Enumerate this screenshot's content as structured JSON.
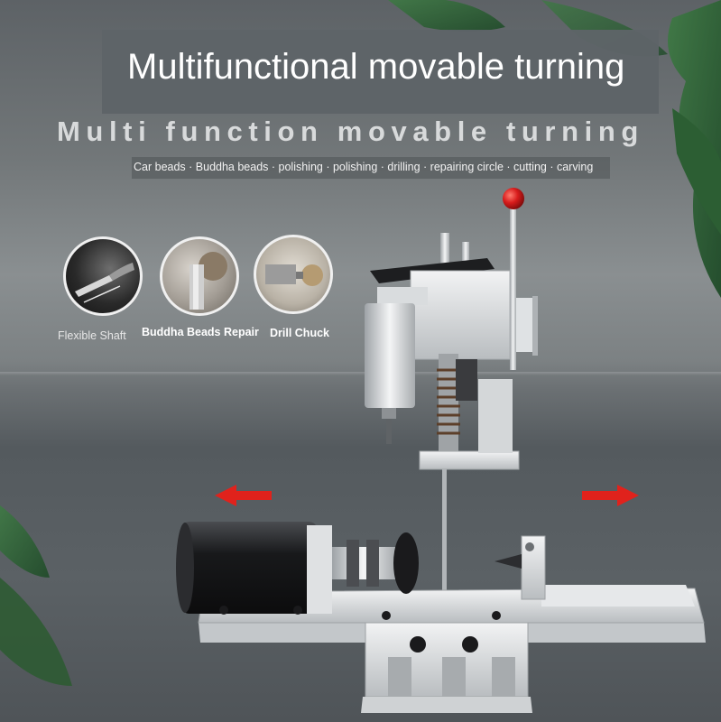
{
  "header": {
    "title": "Multifunctional movable turning",
    "subtitle": "Multi function movable turning",
    "tagline": "Car beads · Buddha beads · polishing · polishing · drilling · repairing circle · cutting · carving"
  },
  "features": [
    {
      "label": "Flexible Shaft",
      "icon": "flexible-shaft-photo"
    },
    {
      "label": "Buddha Beads Repair",
      "icon": "bead-repair-photo"
    },
    {
      "label": "Drill Chuck",
      "icon": "drill-chuck-photo"
    }
  ],
  "colors": {
    "background": "#6b7073",
    "banner": "#5e6468",
    "arrow": "#e0221c",
    "knob": "#d91e1e",
    "motor": "#1c1d1f",
    "metal": "#c9ccce"
  }
}
